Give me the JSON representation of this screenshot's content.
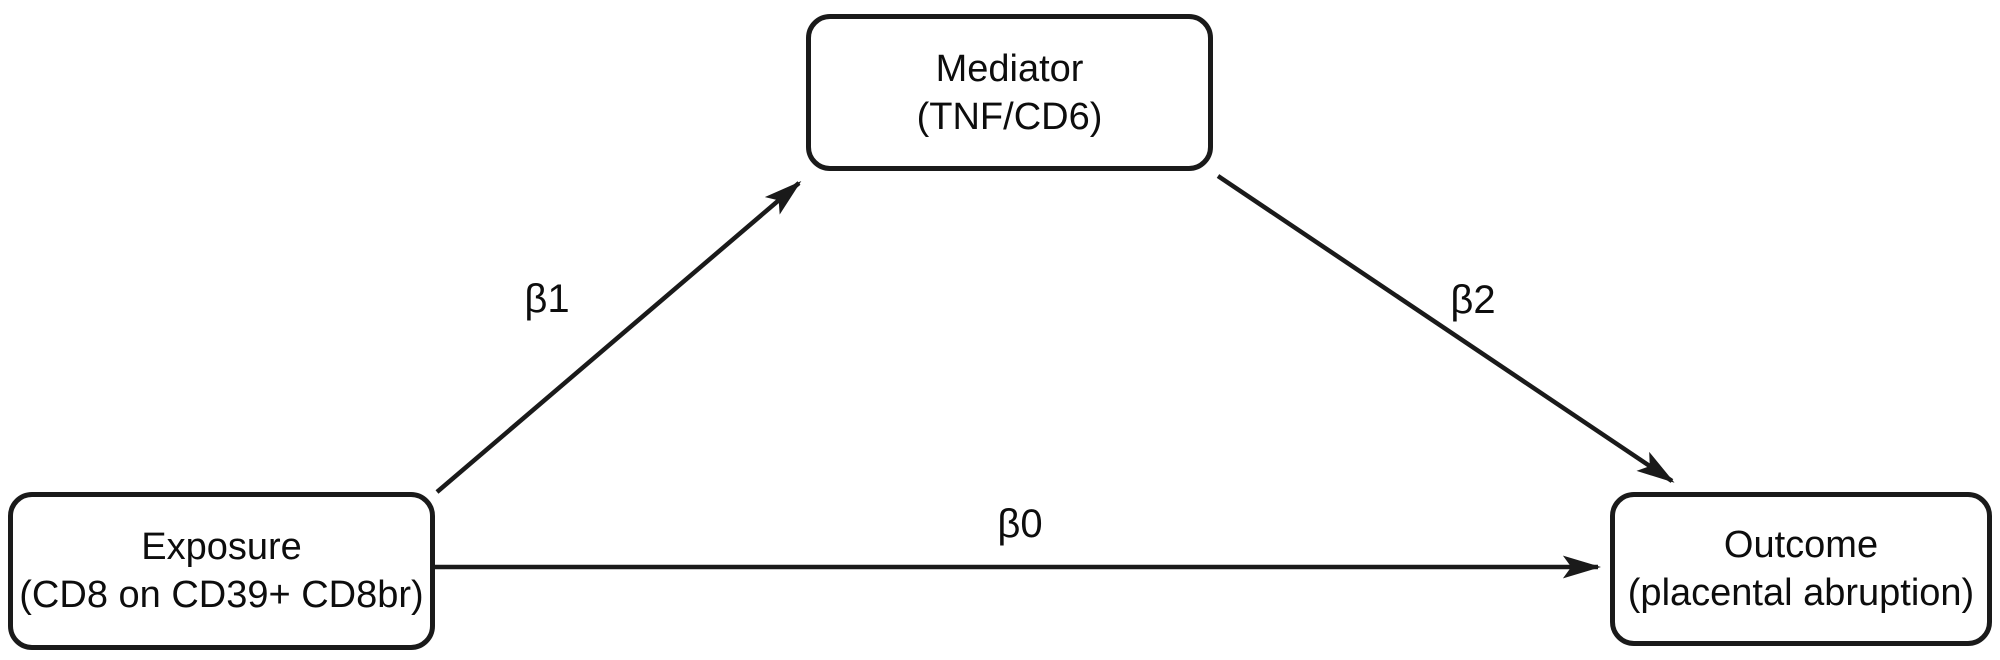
{
  "diagram": {
    "type": "mediation-path-diagram",
    "background_color": "#ffffff",
    "ink_color": "#1a1a1a",
    "nodes": {
      "mediator": {
        "line1": "Mediator",
        "line2": "(TNF/CD6)"
      },
      "exposure": {
        "line1": "Exposure",
        "line2": "(CD8 on CD39+ CD8br)"
      },
      "outcome": {
        "line1": "Outcome",
        "line2": "(placental abruption)"
      }
    },
    "edges": {
      "b1": {
        "label": "β1",
        "from": "exposure",
        "to": "mediator"
      },
      "b2": {
        "label": "β2",
        "from": "mediator",
        "to": "outcome"
      },
      "b0": {
        "label": "β0",
        "from": "exposure",
        "to": "outcome"
      }
    }
  }
}
